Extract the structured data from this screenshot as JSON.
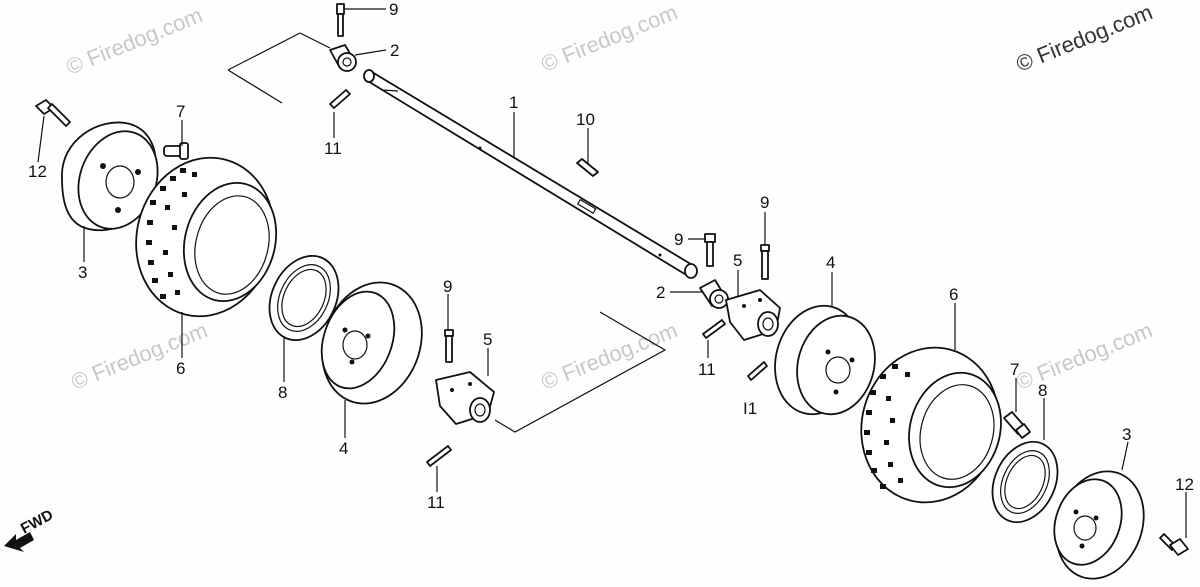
{
  "watermarks": {
    "brand_main": "© Firedog.com",
    "brand_faint": "© Firedog.com"
  },
  "direction_label": "FWD",
  "callouts": {
    "axle": "1",
    "collar_upper": "2",
    "collar_lower": "2",
    "drum_left": "3",
    "drum_right": "3",
    "hub_left": "4",
    "hub_right": "4",
    "bracket_left": "5",
    "bracket_right": "5",
    "tire_left": "6",
    "tire_right": "6",
    "valve_left": "7",
    "valve_right": "7",
    "seal_left": "8",
    "seal_right": "8",
    "bolt_top": "9",
    "bolt_mid": "9",
    "bolt_right": "9",
    "bolt_left": "9",
    "key": "10",
    "pin_upper": "11",
    "pin_mid": "11",
    "pin_right": "I1",
    "pin_lower": "11",
    "flange_bolt_left": "12",
    "flange_bolt_right": "12"
  }
}
